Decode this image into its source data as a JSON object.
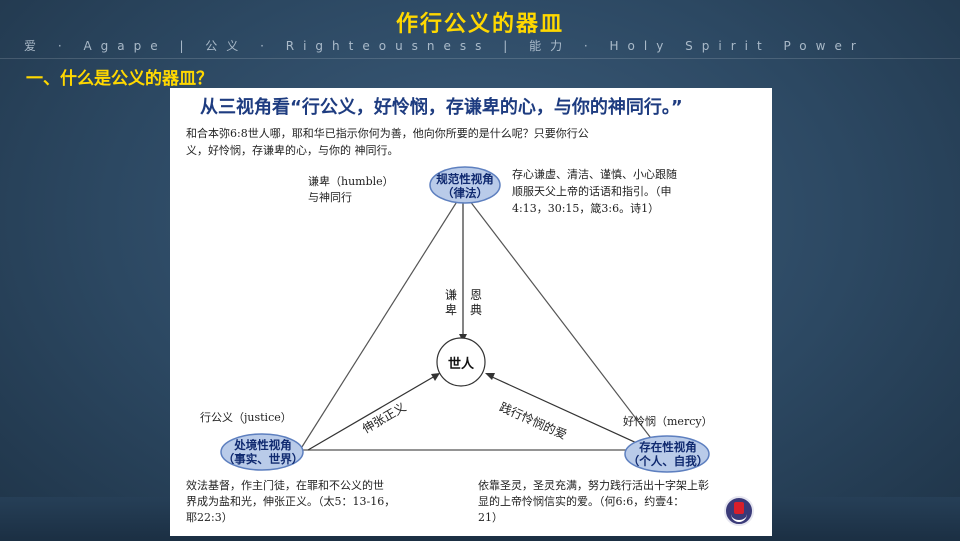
{
  "slide": {
    "title": "作行公义的器皿",
    "tagline": "爱 · Agape  |  公义 · Righteousness  |  能力 · Holy Spirit Power",
    "section_heading": "一、什么是公义的器皿？"
  },
  "diagram": {
    "headline": "从三视角看“行公义，好怜悯，存谦卑的心，与你的神同行。”",
    "intro_line1": "和合本弥6:8世人哪，耶和华已指示你何为善，他向你所要的是什么呢？只要你行公",
    "intro_line2": "义，好怜悯，存谦卑的心，与你的   神同行。",
    "top": {
      "side_label_line1": "谦卑（humble）",
      "side_label_line2": "与神同行",
      "ellipse_line1": "规范性视角",
      "ellipse_line2": "（律法）",
      "note_line1": "存心谦虚、清洁、谨慎、小心跟随",
      "note_line2": "顺服天父上帝的话语和指引。（申",
      "note_line3": "4:13，30:15，箴3:6。诗1）"
    },
    "left": {
      "side_label": "行公义（justice）",
      "ellipse_line1": "处境性视角",
      "ellipse_line2": "（事实、世界）",
      "note_line1": "效法基督，作主门徒，在罪和不公义的世",
      "note_line2": "界成为盐和光，伸张正义。（太5：13-16，",
      "note_line3": "耶22:3）"
    },
    "right": {
      "side_label": "好怜悯（mercy）",
      "ellipse_line1": "存在性视角",
      "ellipse_line2": "（个人、自我）",
      "note_line1": "依靠圣灵，圣灵充满，努力践行活出十字架上彰",
      "note_line2": "显的上帝怜悯信实的爱。（何6:6，约壹4：",
      "note_line3": "21）"
    },
    "center": "世人",
    "arrow_top_left": "谦卑",
    "arrow_top_right": "恩典",
    "arrow_left": "伸张正义",
    "arrow_right": "践行怜悯的爱"
  },
  "colors": {
    "title": "#ffd800",
    "ellipse_fill": "#b9cbe9",
    "ellipse_stroke": "#5d7fbf"
  }
}
